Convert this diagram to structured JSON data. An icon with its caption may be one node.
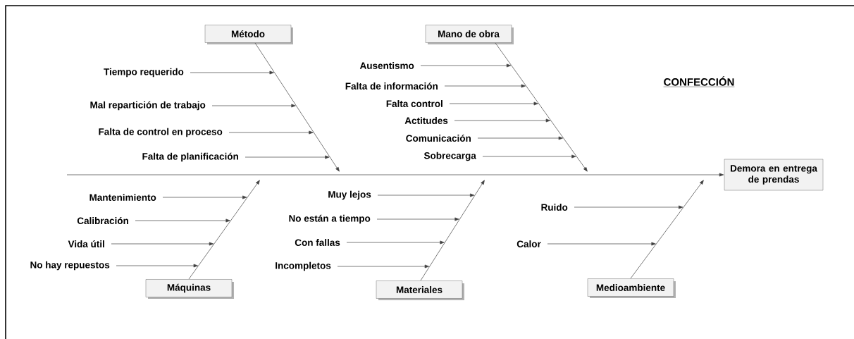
{
  "diagram": {
    "title": "CONFECCIÓN",
    "nodes": [
      {
        "text": [
          "Método"
        ]
      },
      {
        "text": [
          "Tiempo requerido"
        ]
      },
      {
        "text": [
          "Mal repartición de trabajo"
        ]
      },
      {
        "text": [
          "Falta de control en proceso"
        ]
      },
      {
        "text": [
          "Falta de planificación"
        ]
      },
      {
        "text": [
          "Mano de obra"
        ]
      },
      {
        "text": [
          "Ausentismo"
        ]
      },
      {
        "text": [
          "Falta de información"
        ]
      },
      {
        "text": [
          "Falta control"
        ]
      },
      {
        "text": [
          "Actitudes"
        ]
      },
      {
        "text": [
          "Comunicación"
        ]
      },
      {
        "text": [
          "Sobrecarga"
        ]
      },
      {
        "text": [
          "Demora en entrega de prendas"
        ]
      },
      {
        "text": [
          "Máquinas"
        ]
      },
      {
        "text": [
          "Mantenimiento"
        ]
      },
      {
        "text": [
          "Calibración"
        ]
      },
      {
        "text": [
          "Vida útil"
        ]
      },
      {
        "text": [
          "No hay repuestos"
        ]
      },
      {
        "text": [
          "Materiales"
        ]
      },
      {
        "text": [
          "Muy lejos"
        ]
      },
      {
        "text": [
          "No están a tiempo"
        ]
      },
      {
        "text": [
          "Con fallas"
        ]
      },
      {
        "text": [
          "Incompletos"
        ]
      },
      {
        "text": [
          "Medioambiente"
        ]
      },
      {
        "text": [
          "Ruido"
        ]
      },
      {
        "text": [
          "Calor"
        ]
      }
    ],
    "edges": [
      {
        "from": 0,
        "to": null,
        "arrow": "to"
      },
      {
        "from": 1,
        "to": null,
        "arrow": "to"
      },
      {
        "from": 2,
        "to": null,
        "arrow": "to"
      },
      {
        "from": 3,
        "to": null,
        "arrow": "to"
      },
      {
        "from": 4,
        "to": null,
        "arrow": "to"
      },
      {
        "from": 5,
        "to": null,
        "arrow": "to"
      },
      {
        "from": 6,
        "to": null,
        "arrow": "to"
      },
      {
        "from": 7,
        "to": null,
        "arrow": "to"
      },
      {
        "from": 8,
        "to": null,
        "arrow": "to"
      },
      {
        "from": 9,
        "to": null,
        "arrow": "to"
      },
      {
        "from": 10,
        "to": null,
        "arrow": "to"
      },
      {
        "from": 11,
        "to": null,
        "arrow": "to"
      },
      {
        "from": null,
        "to": 12,
        "arrow": "to"
      },
      {
        "from": 13,
        "to": null,
        "arrow": "to"
      },
      {
        "from": 14,
        "to": null,
        "arrow": "to"
      },
      {
        "from": 15,
        "to": null,
        "arrow": "to"
      },
      {
        "from": 16,
        "to": null,
        "arrow": "to"
      },
      {
        "from": 17,
        "to": null,
        "arrow": "to"
      },
      {
        "from": 18,
        "to": null,
        "arrow": "to"
      },
      {
        "from": 19,
        "to": null,
        "arrow": "to"
      },
      {
        "from": 20,
        "to": null,
        "arrow": "to"
      },
      {
        "from": 21,
        "to": null,
        "arrow": "to"
      },
      {
        "from": 22,
        "to": null,
        "arrow": "to"
      },
      {
        "from": 23,
        "to": null,
        "arrow": "to"
      },
      {
        "from": 24,
        "to": null,
        "arrow": "to"
      },
      {
        "from": 25,
        "to": null,
        "arrow": "to"
      }
    ]
  }
}
